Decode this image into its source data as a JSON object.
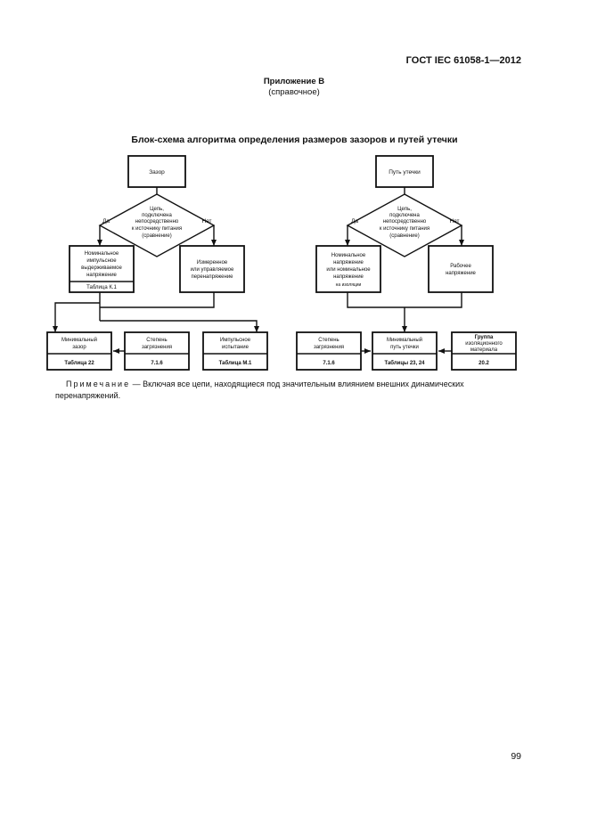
{
  "header": {
    "doc_code": "ГОСТ IEC 61058-1—2012",
    "annex_title": "Приложение В",
    "annex_subtitle": "(справочное)"
  },
  "figure": {
    "title": "Блок-схема алгоритма определения размеров зазоров и путей утечки",
    "left": {
      "start": "Зазор",
      "decision": [
        "Цепь,",
        "подключена",
        "непосредственно",
        "к источнику питания",
        "(сравнение)"
      ],
      "yes": "Да",
      "no": "Нет",
      "box_yes": [
        "Номинальное",
        "импульсное",
        "выдерживаемое",
        "напряжение"
      ],
      "box_yes_ref": "Таблица К.1",
      "box_no": [
        "Измеренное",
        "или управляемое",
        "перенапряжение"
      ],
      "results": [
        {
          "label": [
            "Минимальный",
            "зазор"
          ],
          "ref": "Таблица 22"
        },
        {
          "label": [
            "Степень",
            "загрязнения"
          ],
          "ref": "7.1.6"
        },
        {
          "label": [
            "Импульсное",
            "испытание"
          ],
          "ref": "Таблица М.1"
        }
      ]
    },
    "right": {
      "start": "Путь утечки",
      "decision": [
        "Цепь,",
        "подключена",
        "непосредственно",
        "к источнику питания",
        "(сравнение)"
      ],
      "yes": "Да",
      "no": "Нет",
      "box_yes": [
        "Номинальное",
        "напряжение",
        "или номинальное",
        "напряжение",
        "на изоляции"
      ],
      "box_no": [
        "Рабочее",
        "напряжение"
      ],
      "results": [
        {
          "label": [
            "Степень",
            "загрязнения"
          ],
          "ref": "7.1.6"
        },
        {
          "label": [
            "Минимальный",
            "путь утечки"
          ],
          "ref": "Таблицы 23, 24"
        },
        {
          "label": [
            "Группа",
            "изоляционного",
            "материала"
          ],
          "ref": "20.2"
        }
      ]
    }
  },
  "note": {
    "lead": "Примечание",
    "text": "— Включая все цепи, находящиеся под значительным влиянием внешних динамических перенапряжений."
  },
  "page_number": "99"
}
